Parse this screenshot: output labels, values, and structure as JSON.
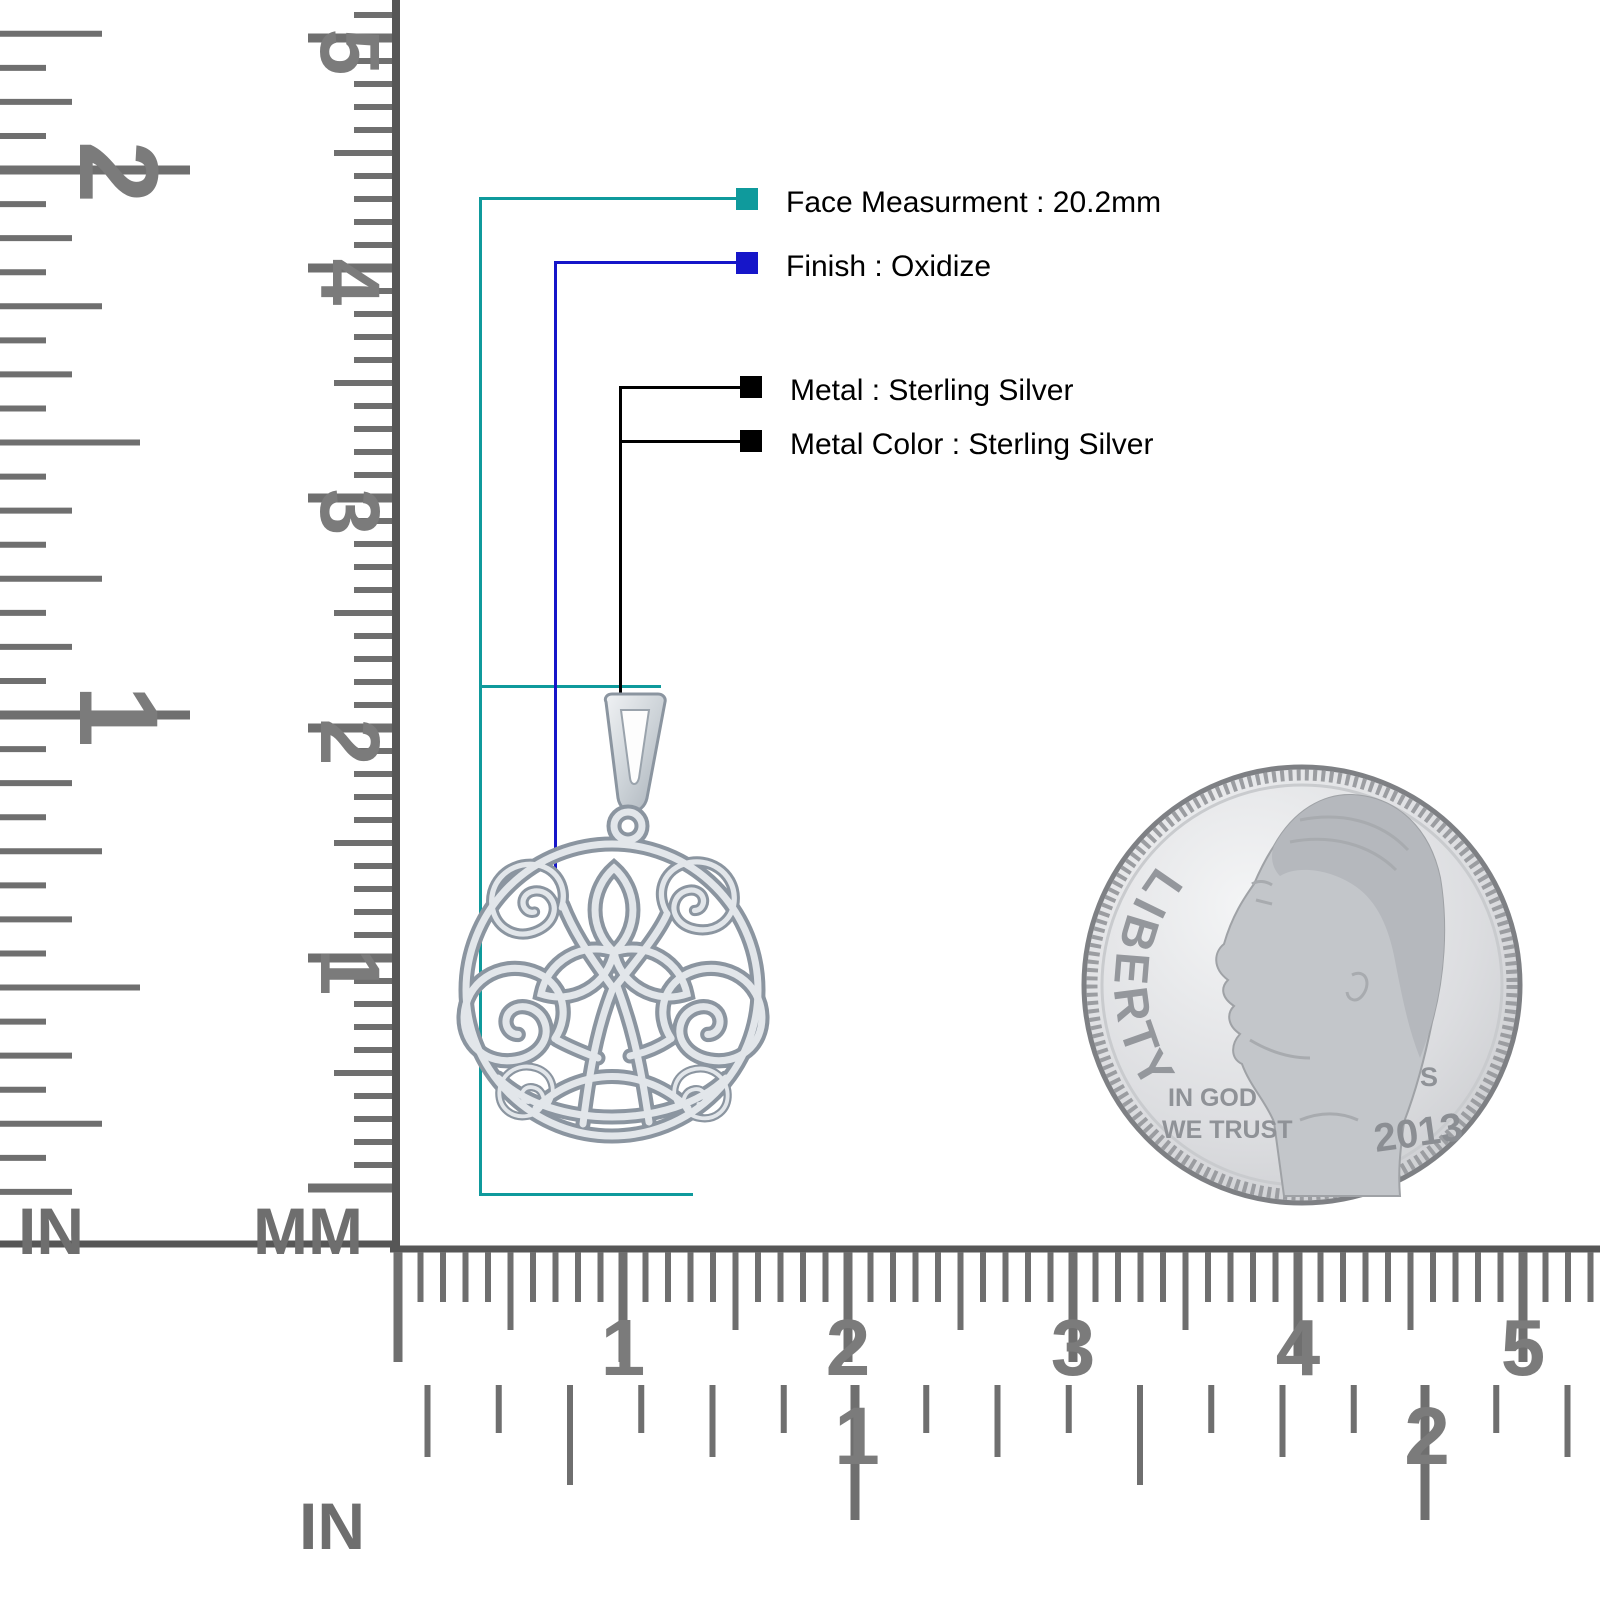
{
  "callouts": {
    "face": {
      "label": "Face Measurment : 20.2mm",
      "color": "#0f9a9c"
    },
    "finish": {
      "label": "Finish : Oxidize",
      "color": "#1616c9"
    },
    "metal": {
      "label": "Metal : Sterling Silver",
      "color": "#000000"
    },
    "metal_color": {
      "label": "Metal Color : Sterling Silver",
      "color": "#000000"
    }
  },
  "rulers": {
    "vertical": {
      "inch_unit": "IN",
      "mm_unit": "MM",
      "inch_numbers": [
        "2",
        "1"
      ],
      "cm_numbers": [
        "5",
        "4",
        "3",
        "2",
        "1"
      ]
    },
    "horizontal": {
      "inch_unit": "IN",
      "cm_numbers": [
        "1",
        "2",
        "3",
        "4",
        "5"
      ],
      "inch_numbers": [
        "1",
        "2"
      ]
    }
  },
  "coin": {
    "liberty": "LIBERTY",
    "motto_line1": "IN GOD",
    "motto_line2": "WE TRUST",
    "year": "2013",
    "mint_mark": "S"
  }
}
